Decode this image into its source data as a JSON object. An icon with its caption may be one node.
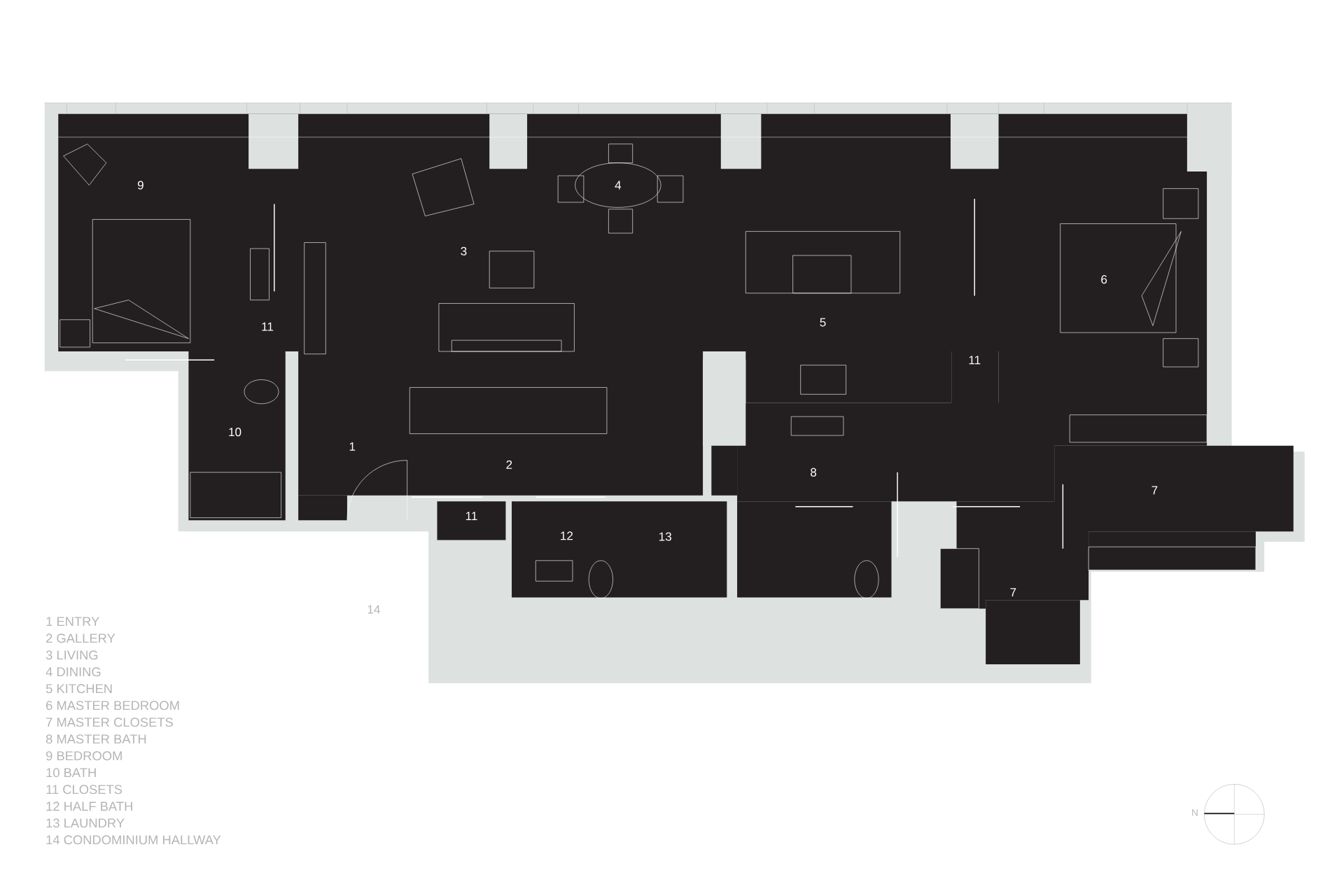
{
  "diagram": {
    "labels": [
      "9",
      "4",
      "3",
      "6",
      "5",
      "11",
      "11",
      "10",
      "1",
      "2",
      "8",
      "7",
      "11",
      "12",
      "13",
      "7",
      "14",
      "1 ENTRY",
      "2 GALLERY",
      "3 LIVING",
      "4 DINING",
      "5 KITCHEN",
      "6 MASTER BEDROOM",
      "7 MASTER CLOSETS",
      "8 MASTER BATH",
      "9 BEDROOM",
      "10 BATH",
      "11 CLOSETS",
      "12 HALF BATH",
      "13 LAUNDRY",
      "14 CONDOMINIUM HALLWAY",
      "N"
    ]
  }
}
